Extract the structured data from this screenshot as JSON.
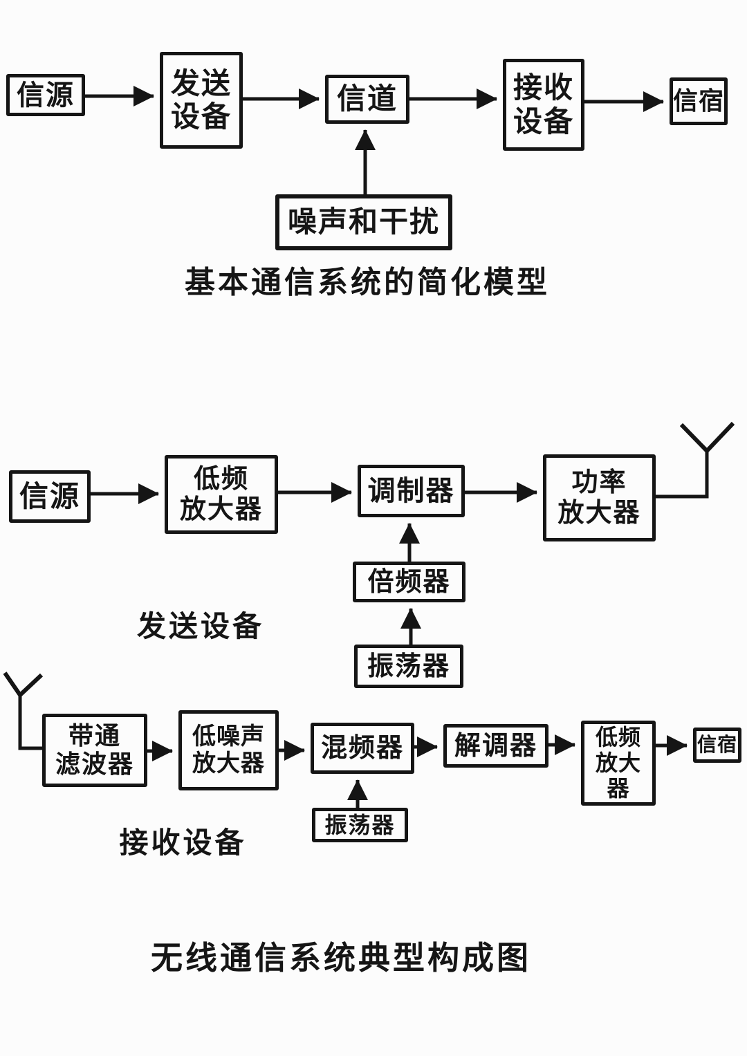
{
  "colors": {
    "ink": "#151515",
    "background": "#fcfcfc"
  },
  "diagram1": {
    "caption": "基本通信系统的简化模型",
    "nodes": {
      "source": "信源",
      "transmitter": "发送\n设备",
      "channel": "信道",
      "receiver": "接收\n设备",
      "destination": "信宿",
      "noise": "噪声和干扰"
    }
  },
  "diagram2": {
    "caption": "无线通信系统典型构成图",
    "transmitter_label": "发送设备",
    "receiver_label": "接收设备",
    "nodes": {
      "source": "信源",
      "lf_amplifier_tx": "低频\n放大器",
      "modulator": "调制器",
      "power_amplifier": "功率\n放大器",
      "frequency_multiplier": "倍频器",
      "oscillator_tx": "振荡器",
      "bandpass_filter": "带通\n滤波器",
      "low_noise_amplifier": "低噪声\n放大器",
      "mixer": "混频器",
      "demodulator": "解调器",
      "lf_amplifier_rx": "低频\n放大器",
      "destination": "信宿",
      "oscillator_rx": "振荡器"
    }
  }
}
